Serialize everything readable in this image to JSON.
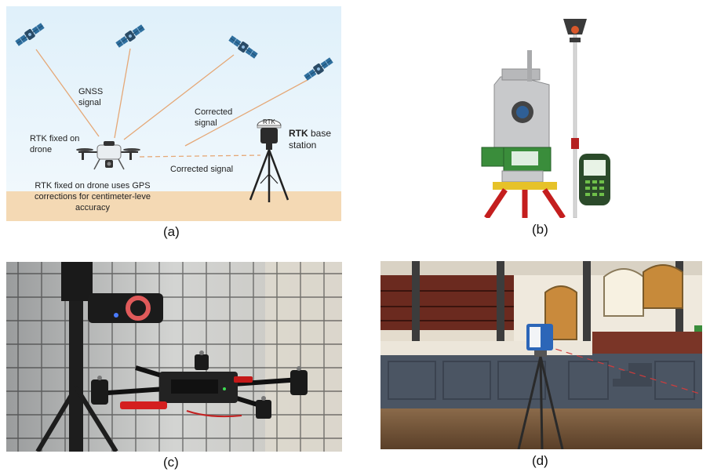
{
  "panel_a": {
    "labels": {
      "gnss_line1": "GNSS",
      "gnss_line2": "signal",
      "corrected_line1": "Corrected",
      "corrected_line2": "signal",
      "rtk_fixed_line1": "RTK fixed on",
      "rtk_fixed_line2": "drone",
      "corrected_signal": "Corrected signal",
      "rtk_badge": "RTK",
      "base_bold": "RTK",
      "base_rest": " base",
      "base_line2": "station",
      "bottom_line1": "RTK fixed on drone uses GPS",
      "bottom_line2": "corrections for centimeter-leve",
      "bottom_line3": "accuracy"
    },
    "colors": {
      "sky": "#e8f4fb",
      "ground": "#f4d9b4",
      "signal_line": "#e5a877",
      "satellite": "#2f6f9e"
    },
    "icons": [
      "satellite-icon",
      "drone-icon",
      "tripod-antenna-icon"
    ]
  },
  "panel_b": {
    "icons": [
      "total-station-icon",
      "prism-pole-icon",
      "handheld-controller-icon"
    ]
  },
  "panel_c": {
    "icons": [
      "motion-capture-camera-icon",
      "quadcopter-icon",
      "safety-net-pattern"
    ]
  },
  "panel_d": {
    "icons": [
      "laser-scanner-icon",
      "hall-interior-scene"
    ]
  },
  "captions": {
    "a": "(a)",
    "b": "(b)",
    "c": "(c)",
    "d": "(d)"
  }
}
